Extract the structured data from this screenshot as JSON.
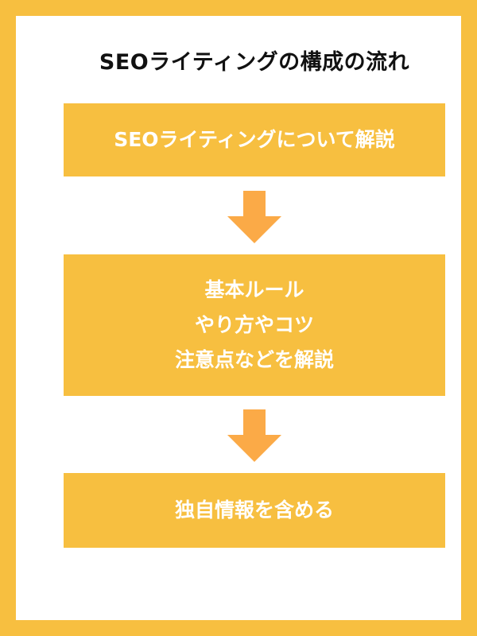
{
  "title": "SEOライティングの構成の流れ",
  "steps": [
    {
      "lines": [
        "SEOライティングについて解説"
      ]
    },
    {
      "lines": [
        "基本ルール",
        "やり方やコツ",
        "注意点などを解説"
      ]
    },
    {
      "lines": [
        "独自情報を含める"
      ]
    }
  ],
  "colors": {
    "accent": "#F7BF40",
    "arrow": "#FBAA47",
    "box_text": "#FFFFFF",
    "title_text": "#111111"
  },
  "icons": {
    "arrow": "arrow-down-icon"
  }
}
